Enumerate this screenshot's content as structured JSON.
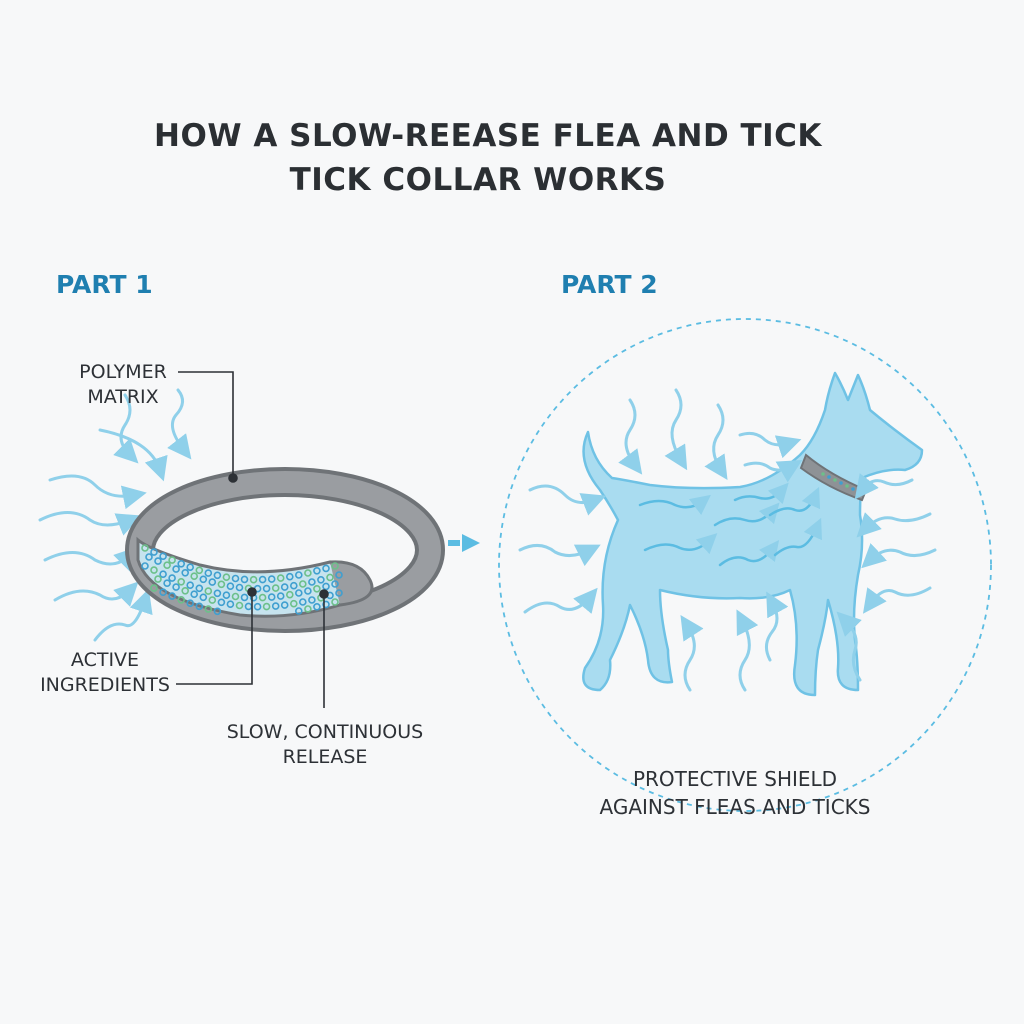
{
  "title": {
    "line1": "HOW A SLOW-REEASE FLEA AND TICK",
    "line2": "TICK COLLAR WORKS"
  },
  "part1": {
    "heading": "PART 1",
    "labels": {
      "polymer_line1": "POLYMER",
      "polymer_line2": "MATRIX",
      "active_line1": "ACTIVE",
      "active_line2": "INGREDIENTS",
      "release_line1": "SLOW, CONTINUOUS",
      "release_line2": "RELEASE"
    }
  },
  "part2": {
    "heading": "PART 2",
    "shield_line1": "PROTECTIVE SHIELD",
    "shield_line2": "AGAINST FLEAS AND TICKS"
  },
  "colors": {
    "accent": "#1f7fb0",
    "wave": "#8fd0ea",
    "dog_fill": "#a9dcf0",
    "collar": "#8a8d91",
    "granule_green": "#6cc08a",
    "granule_blue": "#3f9fd0"
  }
}
